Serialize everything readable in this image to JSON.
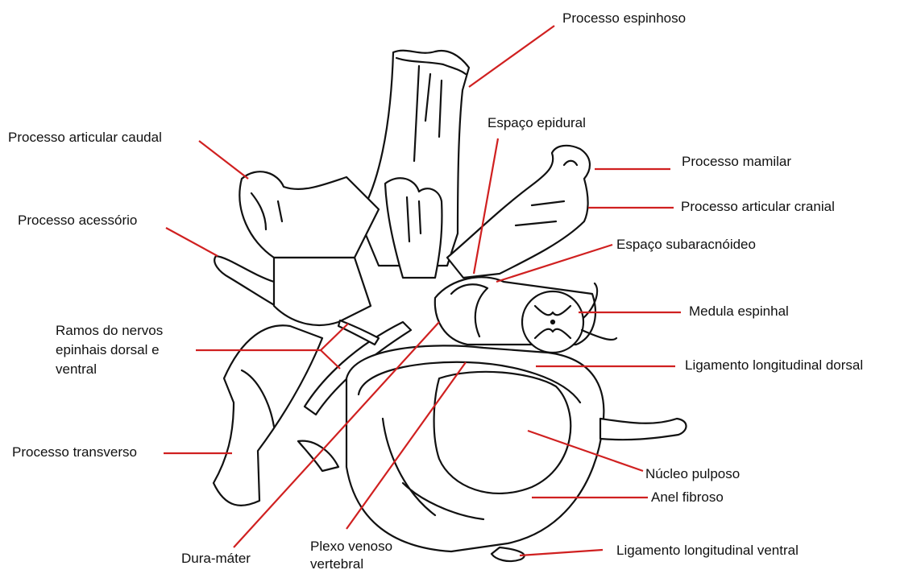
{
  "colors": {
    "leader_line": "#d02020",
    "outline": "#111111",
    "background": "#ffffff"
  },
  "labels": {
    "processo_espinhoso": "Processo espinhoso",
    "espaco_epidural": "Espaço epidural",
    "processo_articular_caudal": "Processo articular caudal",
    "processo_mamilar": "Processo mamilar",
    "processo_articular_cranial": "Processo articular cranial",
    "processo_acessorio": "Processo acessório",
    "espaco_subaracnoideo": "Espaço subaracnóideo",
    "medula_espinhal": "Medula espinhal",
    "ramos_nervos": [
      "Ramos do nervos",
      "epinhais dorsal e",
      "ventral"
    ],
    "ligamento_longitudinal_dorsal": "Ligamento longitudinal dorsal",
    "processo_transverso": "Processo transverso",
    "nucleo_pulposo": "Núcleo pulposo",
    "anel_fibroso": "Anel fibroso",
    "ligamento_longitudinal_ventral": "Ligamento longitudinal ventral",
    "dura_mater": "Dura-máter",
    "plexo_venoso": [
      "Plexo venoso",
      "vertebral"
    ]
  }
}
